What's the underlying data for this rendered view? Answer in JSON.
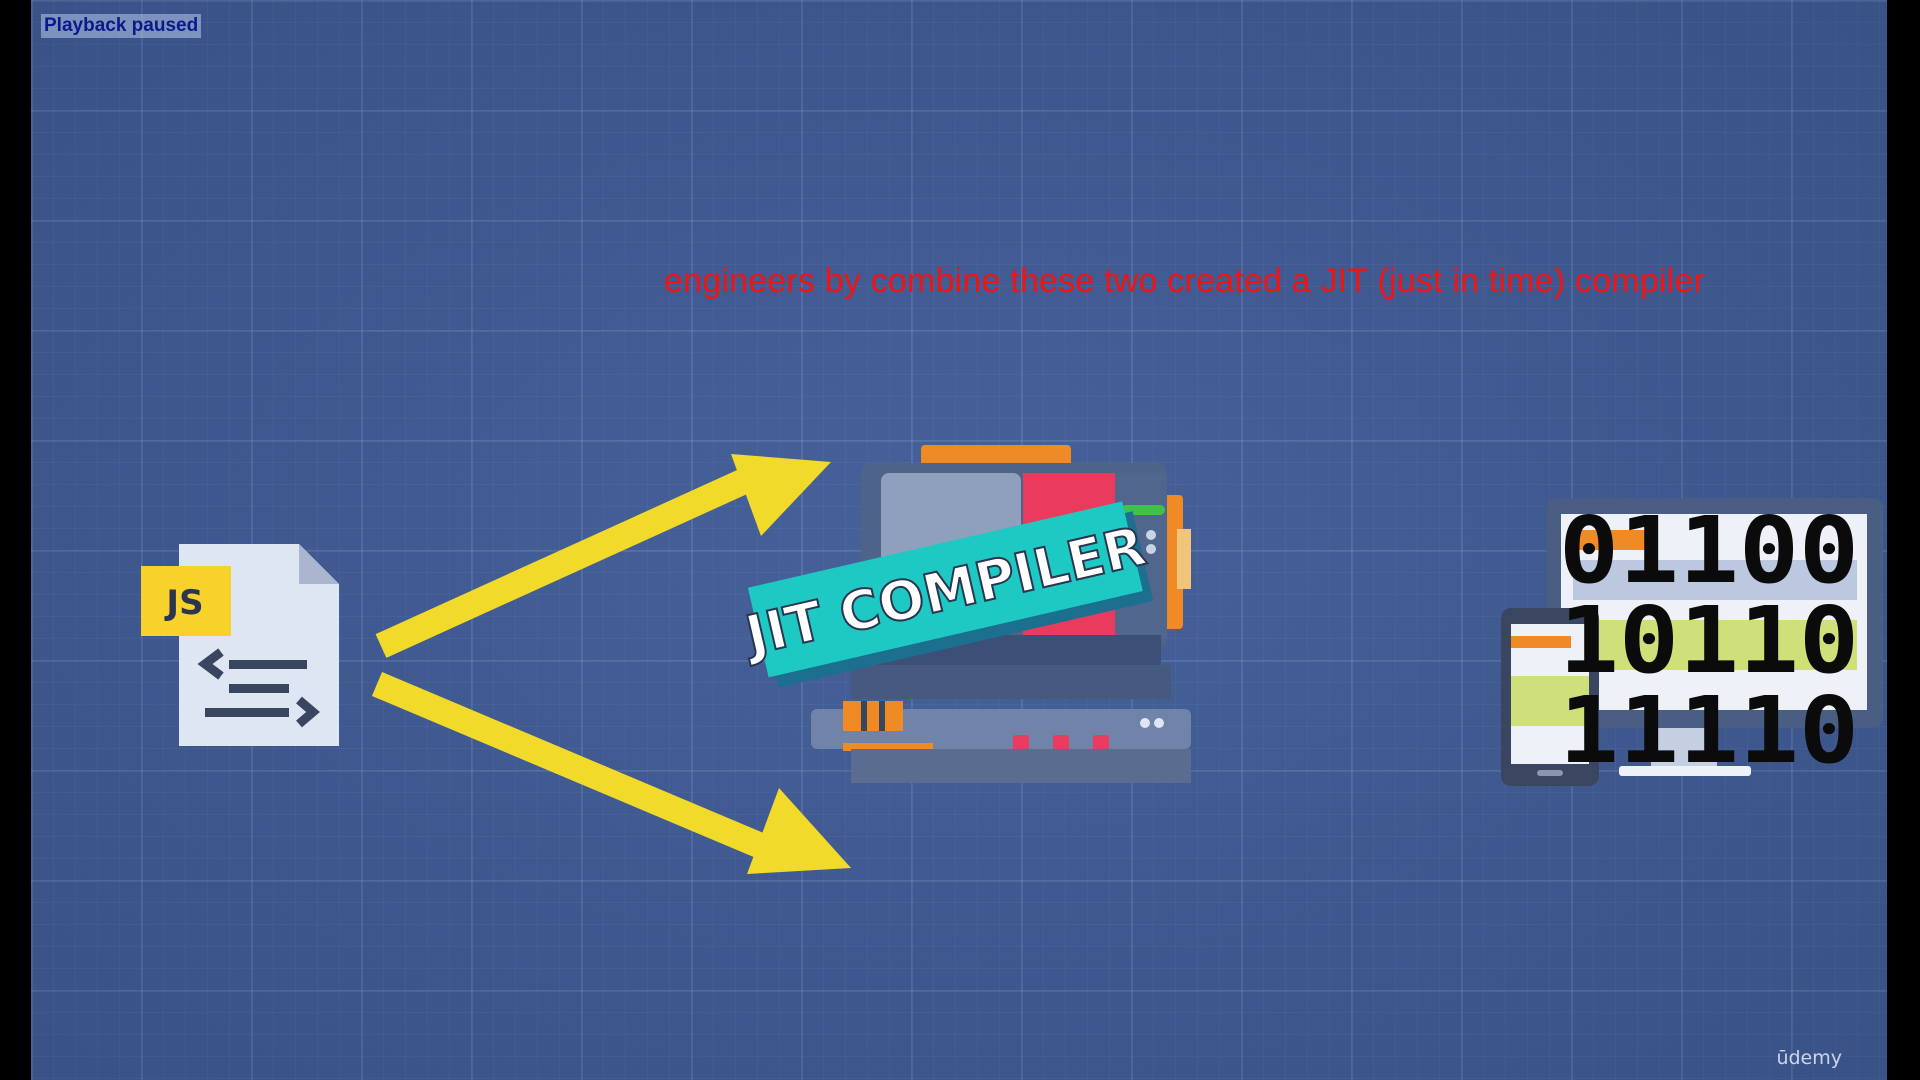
{
  "status": {
    "text": "Playback paused"
  },
  "caption": {
    "text": "engineers by combine these two created a JIT (just in time) compiler"
  },
  "js_icon": {
    "badge": "JS",
    "icon": "javascript-file-icon"
  },
  "compiler": {
    "banner": "JIT COMPILER",
    "icon": "compiler-machine-icon"
  },
  "binary": {
    "rows": [
      "01100",
      "10110",
      "11110"
    ],
    "icon": "monitor-and-phone-icon"
  },
  "watermark": {
    "text": "ūdemy"
  },
  "colors": {
    "background": "#3f5b96",
    "arrow": "#f2da2a",
    "caption": "#f01414",
    "banner": "#1ec9c4",
    "js_badge": "#f6d22a"
  }
}
